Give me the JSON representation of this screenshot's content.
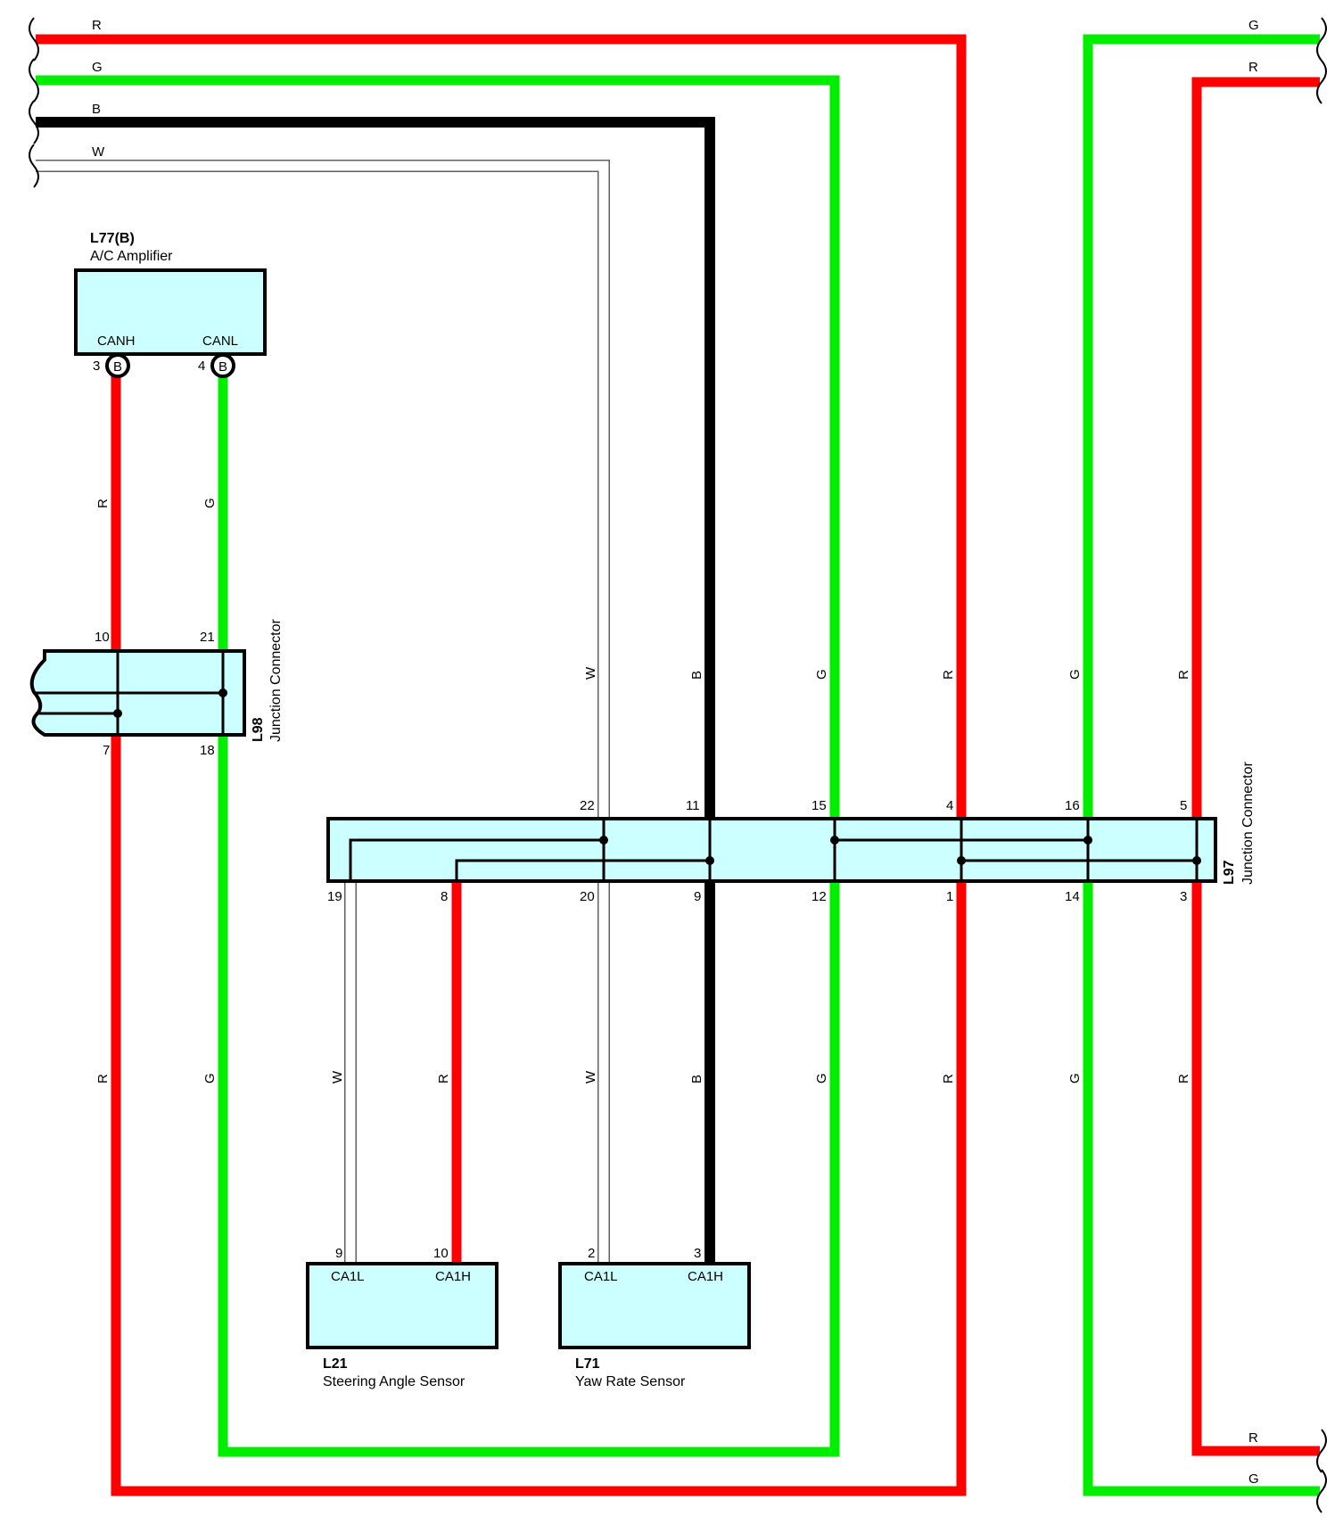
{
  "colors": {
    "R": "#ff0000",
    "G": "#00ee00",
    "B": "#000000",
    "W": "#ffffff",
    "connector_fill": "#ccffff"
  },
  "top_wires": {
    "left": [
      "R",
      "G",
      "B",
      "W"
    ],
    "right": [
      "G",
      "R"
    ]
  },
  "bottom_wires": {
    "right": [
      "R",
      "G"
    ]
  },
  "components": {
    "l77": {
      "id": "L77(B)",
      "name": "A/C Amplifier",
      "pin_canh": "CANH",
      "pin_canl": "CANL",
      "pin_canh_no": "3",
      "pin_canl_no": "4",
      "terminal_mark": "B"
    },
    "l98": {
      "id": "L98",
      "name": "Junction Connector",
      "pins_top": [
        "10",
        "21"
      ],
      "pins_bottom": [
        "7",
        "18"
      ]
    },
    "l97": {
      "id": "L97",
      "name": "Junction Connector",
      "pins_top": [
        "22",
        "11",
        "15",
        "4",
        "16",
        "5"
      ],
      "pins_bottom": [
        "19",
        "8",
        "20",
        "9",
        "12",
        "1",
        "14",
        "3"
      ]
    },
    "l21": {
      "id": "L21",
      "name": "Steering Angle Sensor",
      "pin_l": "CA1L",
      "pin_h": "CA1H",
      "pin_l_no": "9",
      "pin_h_no": "10"
    },
    "l71": {
      "id": "L71",
      "name": "Yaw Rate Sensor",
      "pin_l": "CA1L",
      "pin_h": "CA1H",
      "pin_l_no": "2",
      "pin_h_no": "3"
    }
  },
  "wire_labels": {
    "amp_r": "R",
    "amp_g": "G",
    "mid": [
      "W",
      "B",
      "G",
      "R",
      "G",
      "R"
    ],
    "low": [
      "R",
      "G",
      "W",
      "R",
      "W",
      "B",
      "G",
      "R",
      "G",
      "R"
    ]
  }
}
